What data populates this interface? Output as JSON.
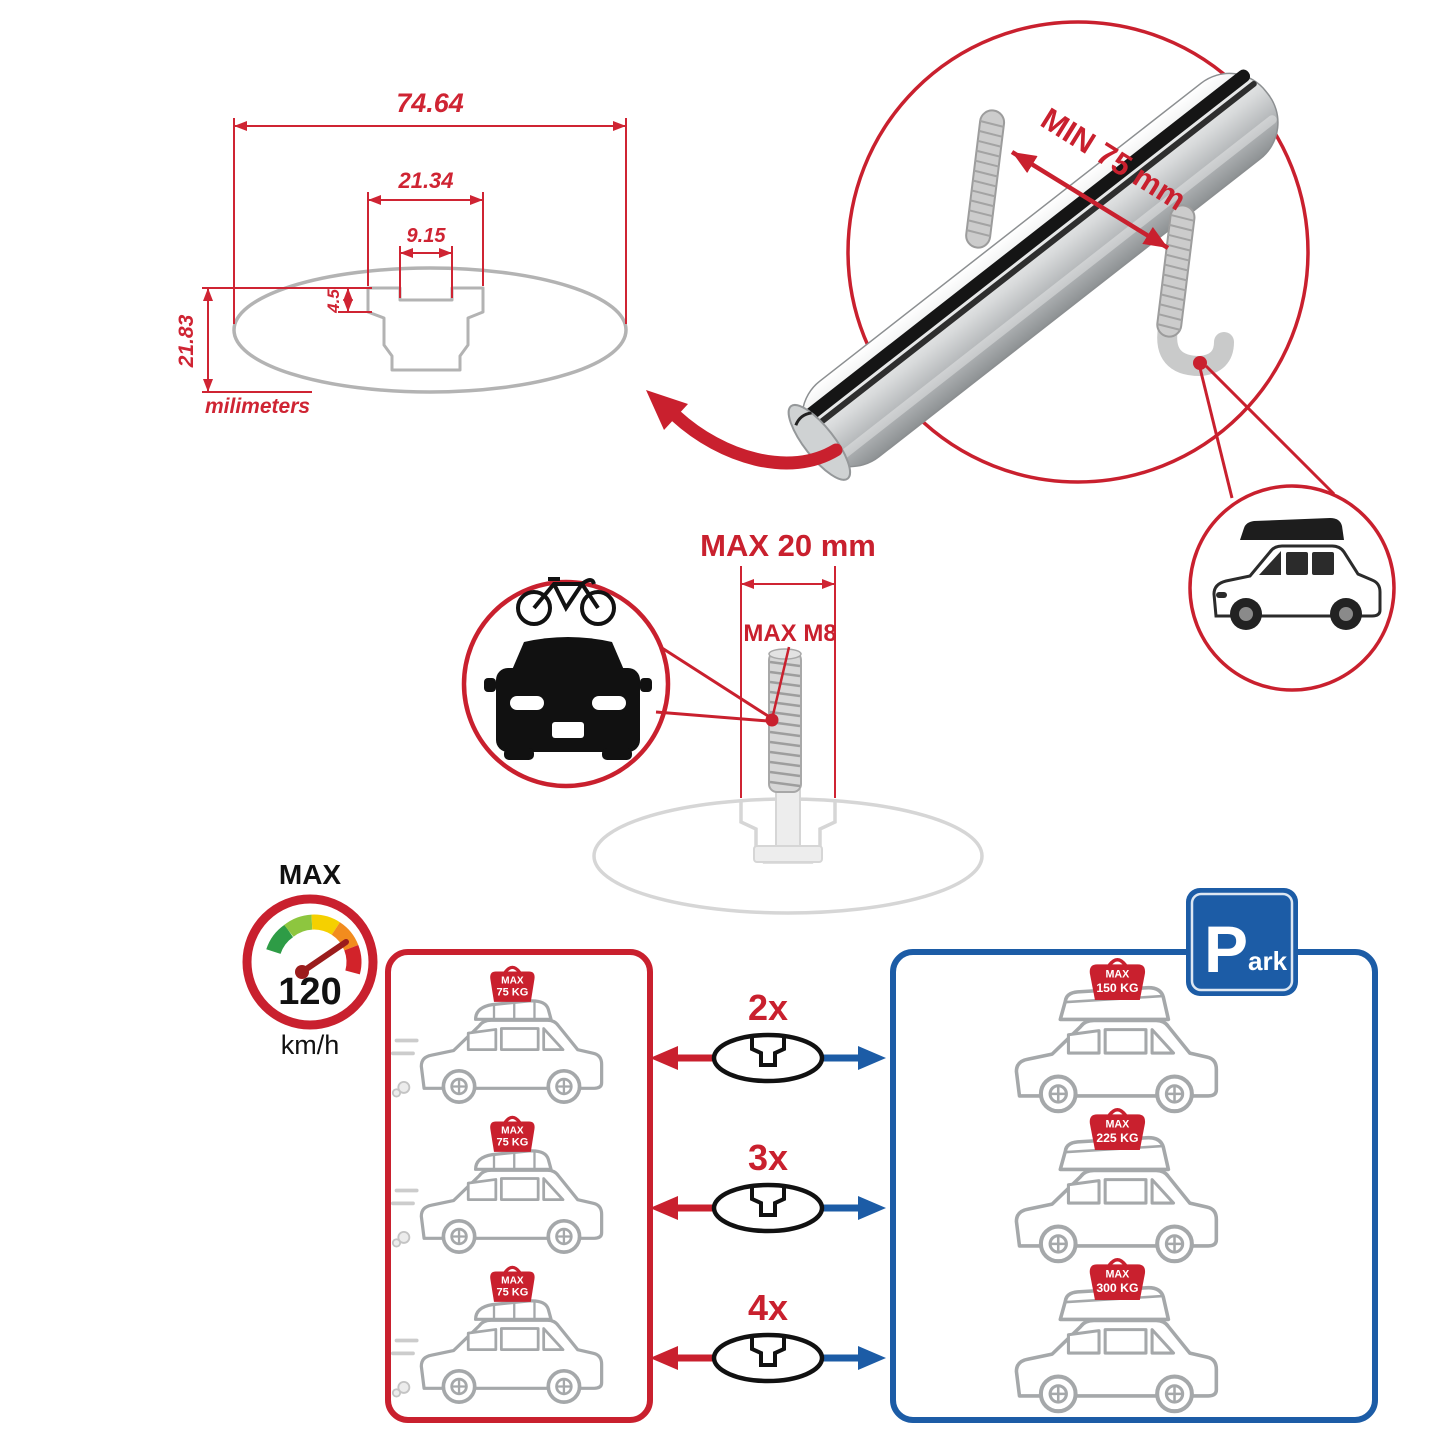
{
  "colors": {
    "red": "#c9202e",
    "blue": "#1c5ca6",
    "gray_outline": "#a5a8aa",
    "dim_red": "#cf2433"
  },
  "cross_section": {
    "dim_total_width": "74.64",
    "dim_channel_outer": "21.34",
    "dim_channel_inner": "9.15",
    "dim_lip_depth": "4.5",
    "dim_total_height": "21.83",
    "unit_label": "milimeters"
  },
  "clamp": {
    "min_label": "MIN 75 mm"
  },
  "bolt": {
    "width_label": "MAX 20 mm",
    "thread_label": "MAX M8"
  },
  "speed_gauge": {
    "title": "MAX",
    "value": "120",
    "unit": "km/h"
  },
  "comparison": {
    "multipliers": [
      "2x",
      "3x",
      "4x"
    ],
    "left_cars": [
      {
        "tag_label": "MAX",
        "tag_value": "75 KG"
      },
      {
        "tag_label": "MAX",
        "tag_value": "75 KG"
      },
      {
        "tag_label": "MAX",
        "tag_value": "75 KG"
      }
    ],
    "right_cars": [
      {
        "tag_label": "MAX",
        "tag_value": "150 KG"
      },
      {
        "tag_label": "MAX",
        "tag_value": "225 KG"
      },
      {
        "tag_label": "MAX",
        "tag_value": "300 KG"
      }
    ],
    "park_sign": {
      "letter": "P",
      "suffix": "ark"
    }
  }
}
